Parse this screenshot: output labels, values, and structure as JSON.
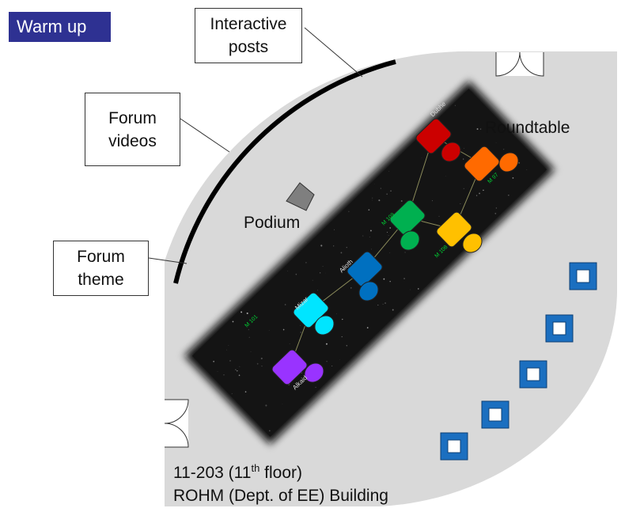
{
  "badge": {
    "label": "Warm up",
    "color": "#2e3192"
  },
  "labels": {
    "interactive_posts": [
      "Interactive",
      "posts"
    ],
    "forum_videos": [
      "Forum",
      "videos"
    ],
    "forum_theme": [
      "Forum",
      "theme"
    ],
    "roundtable": "Roundtable",
    "podium": "Podium"
  },
  "room": {
    "line1_prefix": "11-203 (11",
    "line1_sup": "th",
    "line1_suffix": " floor)",
    "line2": "ROHM (Dept. of EE) Building"
  },
  "star_image": {
    "stars": [
      "Dubhe",
      "Alioth",
      "Mizar",
      "Alkaid"
    ],
    "markers": [
      "M 97",
      "M 108",
      "M 101",
      "M 109"
    ]
  },
  "colors": {
    "floor": "#d9d9d9",
    "screen": "#000000",
    "seat_blue": "#1b6fc0",
    "tables": [
      "#cc0000",
      "#ff6a00",
      "#ffc000",
      "#00b050",
      "#0070c0",
      "#00e5ff",
      "#9933ff"
    ]
  },
  "icons": [
    "door-icon",
    "podium-icon",
    "seat-icon"
  ]
}
